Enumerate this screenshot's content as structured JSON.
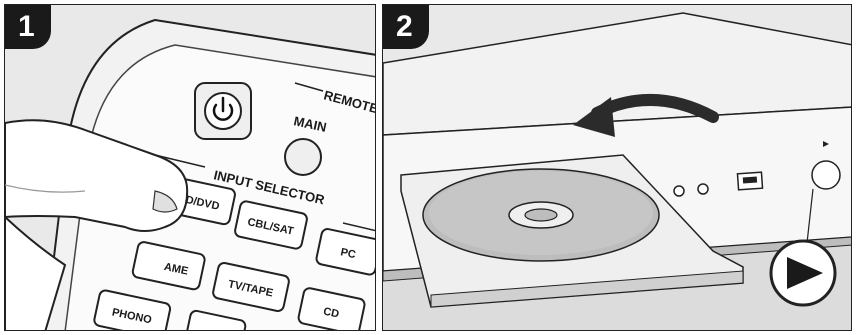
{
  "steps": [
    {
      "number": "1",
      "remote": {
        "label_remote": "REMOTE",
        "label_main": "MAIN",
        "label_input_selector": "INPUT SELECTOR",
        "buttons": [
          "BD/DVD",
          "CBL/SAT",
          "PC",
          "AME",
          "TV/TAPE",
          "PHONO",
          "CD"
        ]
      }
    },
    {
      "number": "2"
    }
  ],
  "colors": {
    "badge": "#1a1a1a",
    "panel_bg": "#e9e9e9",
    "disc": "#bdbdbd",
    "arrow": "#2b2b2b"
  },
  "icons": [
    "power-icon",
    "play-icon",
    "usb-port-icon",
    "curved-arrow-icon"
  ]
}
